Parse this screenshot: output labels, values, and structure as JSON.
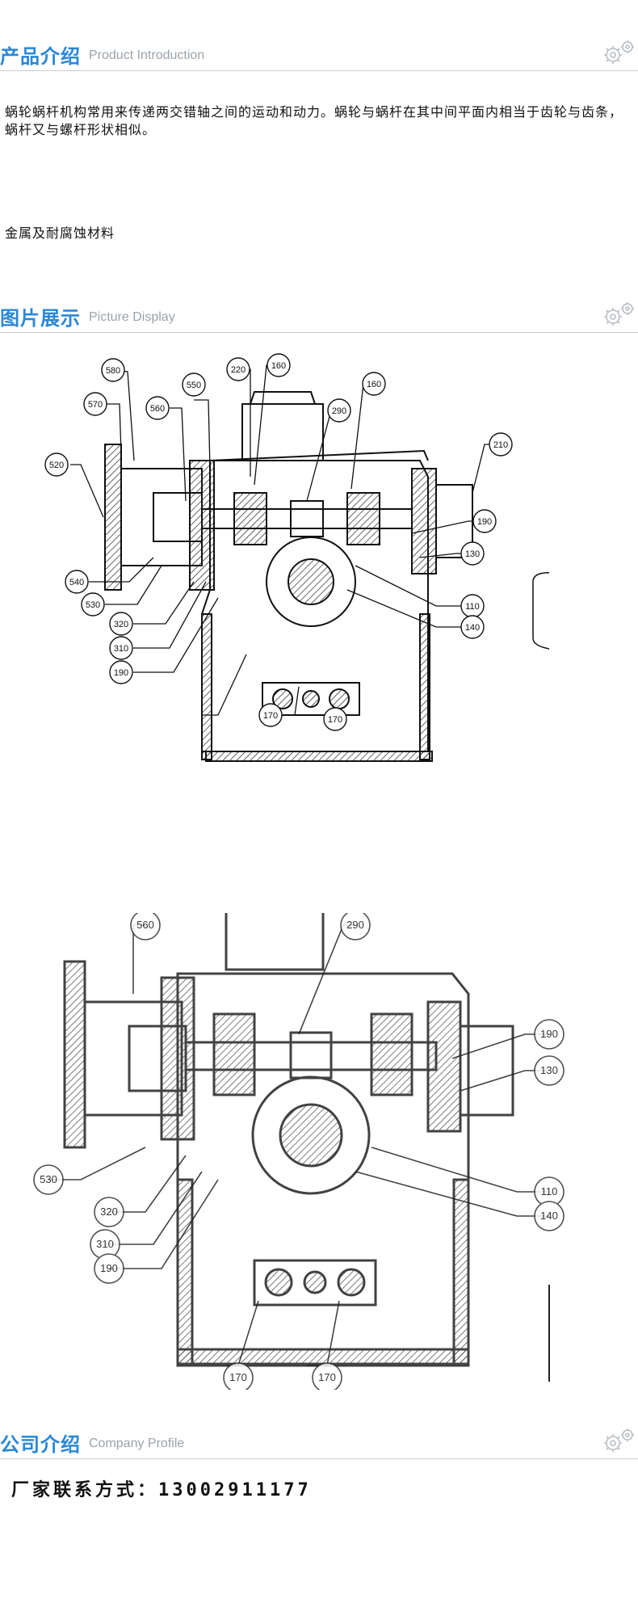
{
  "sections": {
    "intro": {
      "title_cn": "产品介绍",
      "title_en": "Product Introduction"
    },
    "pictures": {
      "title_cn": "图片展示",
      "title_en": "Picture Display"
    },
    "company": {
      "title_cn": "公司介绍",
      "title_en": "Company Profile"
    }
  },
  "intro": {
    "description": "蜗轮蜗杆机构常用来传递两交错轴之间的运动和动力。蜗轮与蜗杆在其中间平面内相当于齿轮与齿条，蜗杆又与螺杆形状相似。",
    "material": "金属及耐腐蚀材料"
  },
  "drawing1": {
    "labels": [
      "580",
      "570",
      "560",
      "550",
      "220",
      "160",
      "160",
      "290",
      "210",
      "520",
      "190",
      "130",
      "540",
      "530",
      "320",
      "110",
      "140",
      "310",
      "190",
      "170",
      "170"
    ]
  },
  "drawing2": {
    "labels": [
      "560",
      "290",
      "190",
      "130",
      "530",
      "320",
      "310",
      "190",
      "170",
      "170",
      "110",
      "140"
    ]
  },
  "company": {
    "contact": "厂家联系方式：13002911177"
  },
  "icons": {
    "section_gear": "gear-icon"
  },
  "colors": {
    "accent": "#2a87d6",
    "rule": "#c7ccd1"
  }
}
